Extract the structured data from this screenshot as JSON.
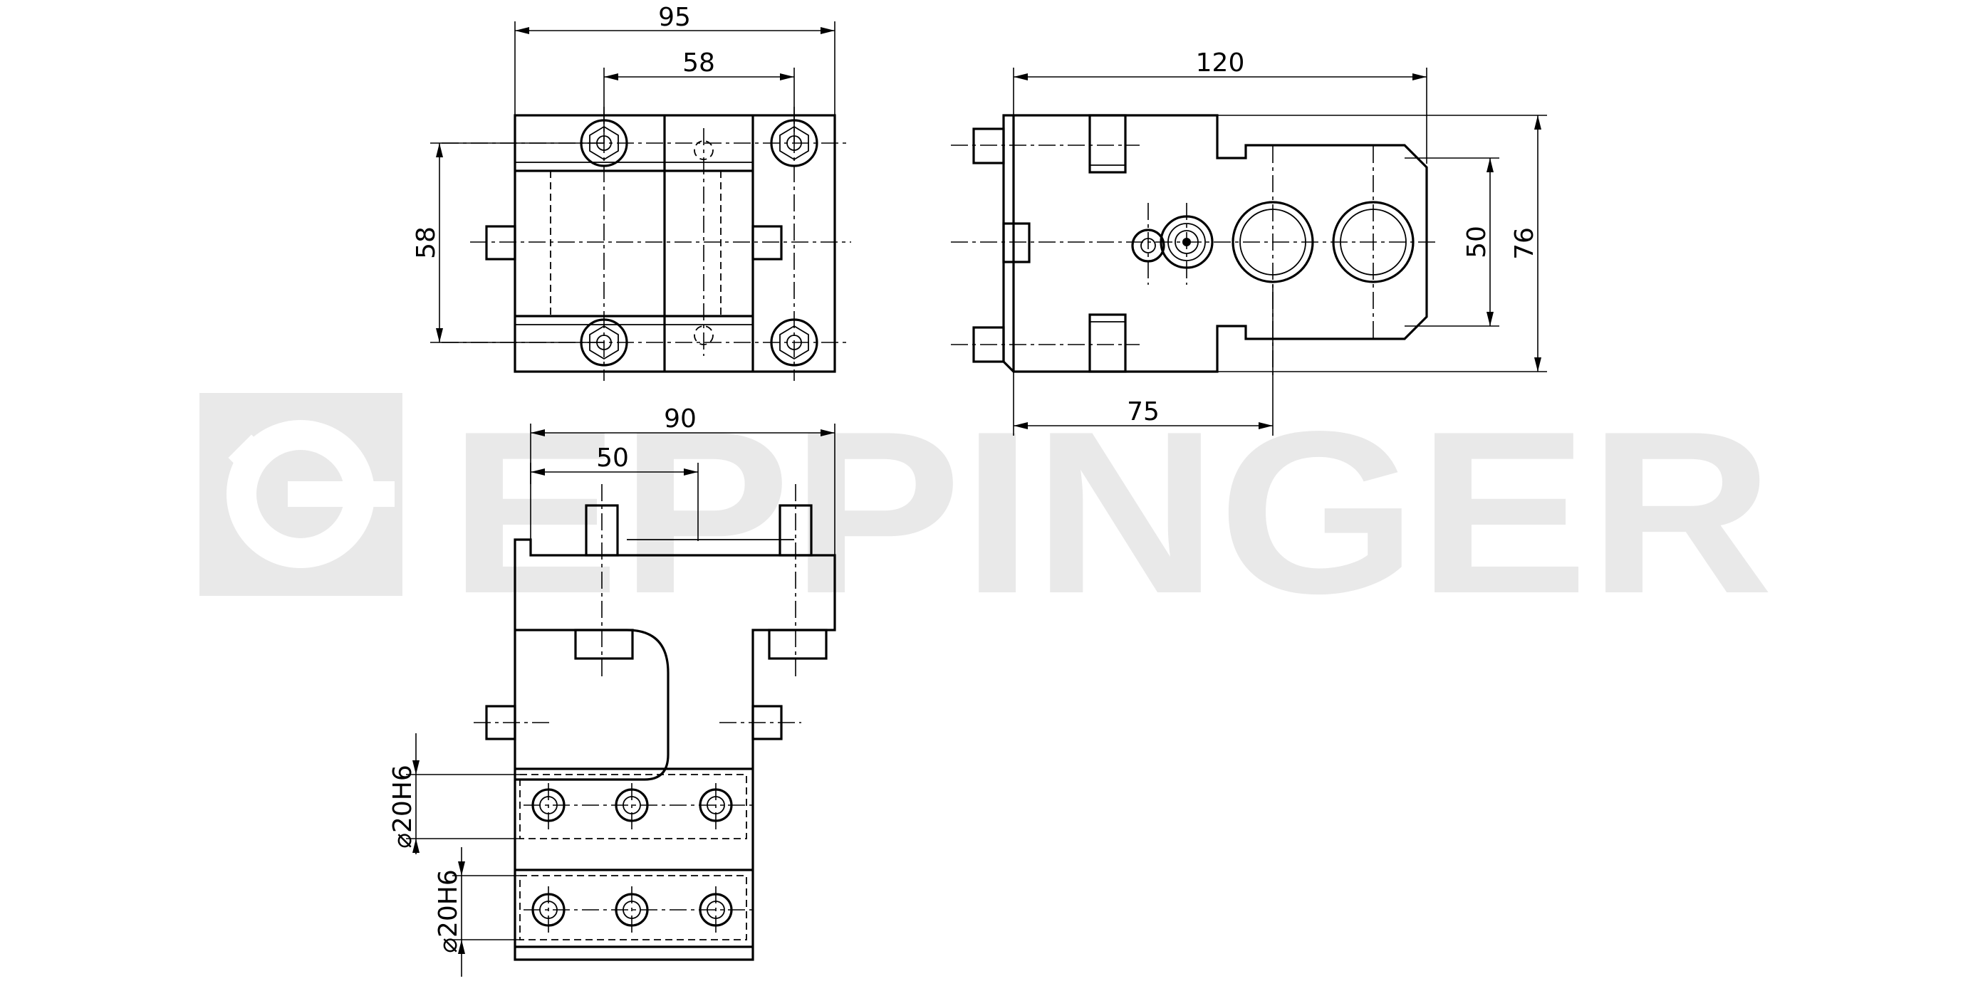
{
  "watermark": {
    "brand": "EPPINGER",
    "color": "#e9e9e9"
  },
  "views": {
    "top": {
      "dim_width_outer": "95",
      "dim_width_inner": "58",
      "dim_height": "58"
    },
    "side": {
      "dim_length": "120",
      "dim_height_inner": "50",
      "dim_height_outer": "76",
      "dim_offset": "75"
    },
    "front": {
      "dim_width_outer": "90",
      "dim_width_inner": "50",
      "dim_bore_upper": "⌀20H6",
      "dim_bore_lower": "⌀20H6"
    }
  }
}
